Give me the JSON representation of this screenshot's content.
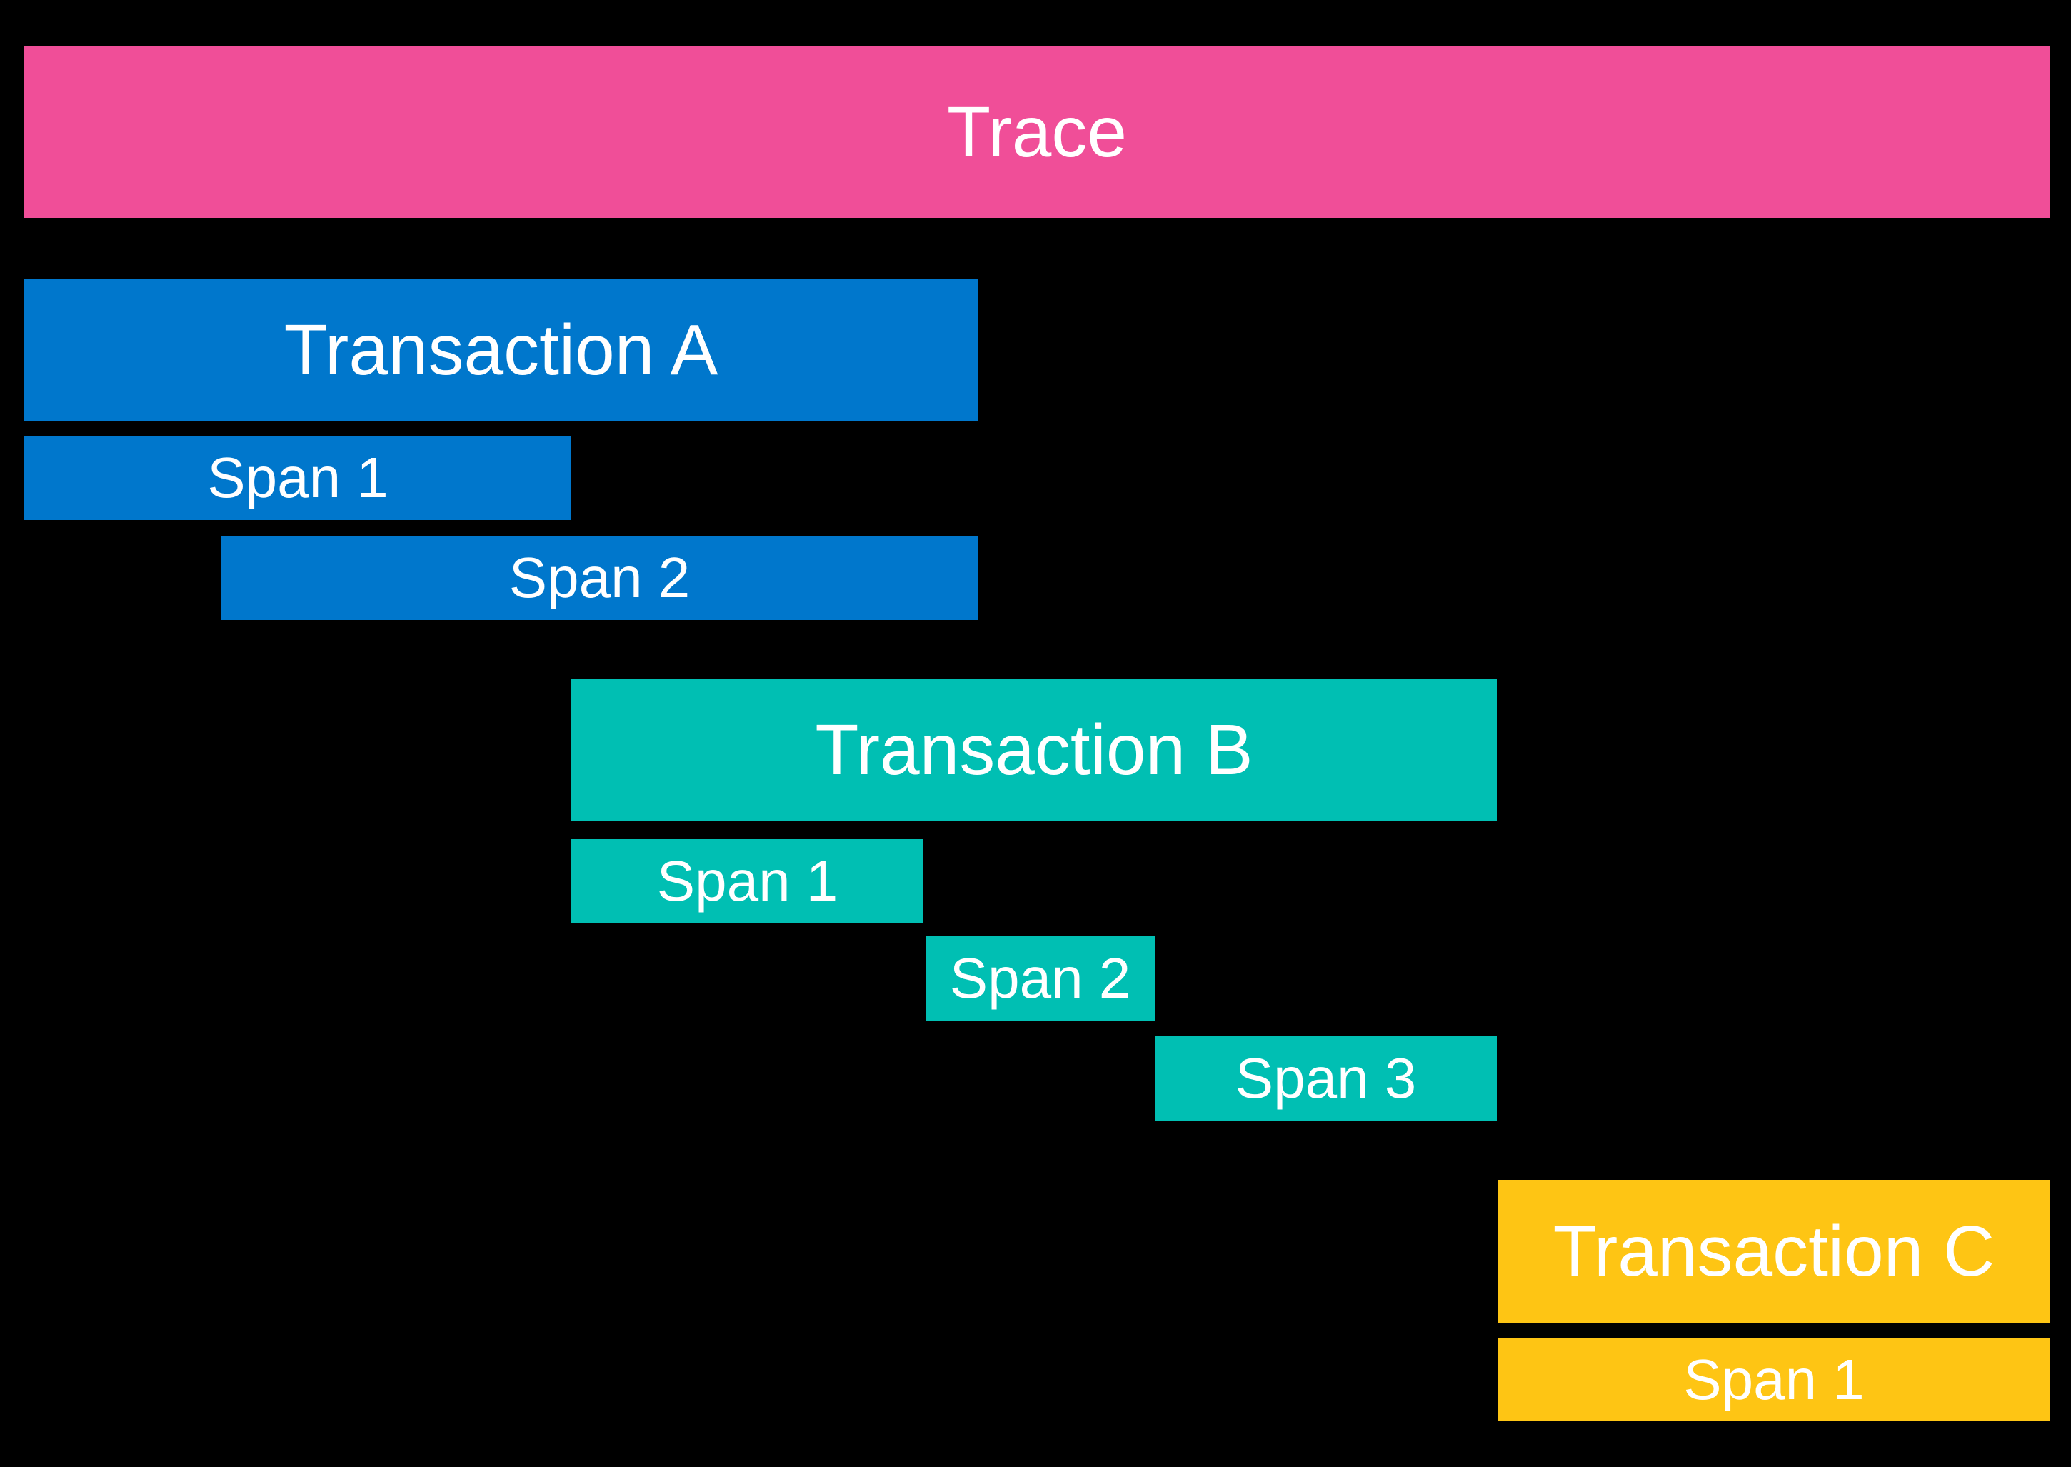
{
  "diagram": {
    "background": "#000000",
    "text_color": "#FFFFFF",
    "trace": {
      "label": "Trace",
      "color": "#F04E98"
    },
    "transactions": [
      {
        "label": "Transaction A",
        "color": "#0077CC",
        "spans": [
          {
            "label": "Span 1"
          },
          {
            "label": "Span 2"
          }
        ]
      },
      {
        "label": "Transaction B",
        "color": "#00BFB3",
        "spans": [
          {
            "label": "Span 1"
          },
          {
            "label": "Span 2"
          },
          {
            "label": "Span 3"
          }
        ]
      },
      {
        "label": "Transaction C",
        "color": "#FEC514",
        "spans": [
          {
            "label": "Span 1"
          }
        ]
      }
    ]
  }
}
